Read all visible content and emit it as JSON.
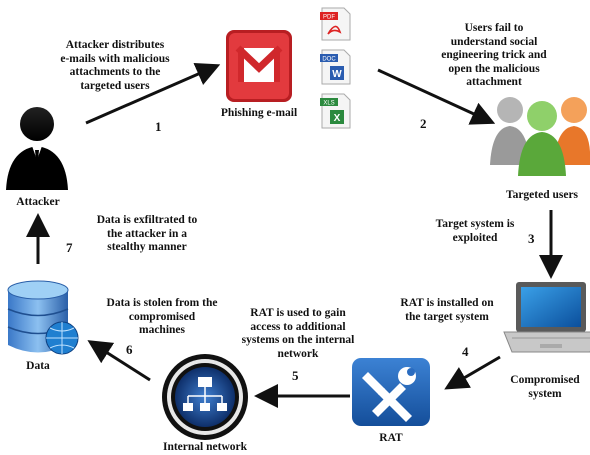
{
  "nodes": {
    "attacker": "Attacker",
    "phishing": "Phishing e-mail",
    "targeted": "Targeted users",
    "compromised": [
      "Compromised",
      "system"
    ],
    "rat": "RAT",
    "internal": "Internal network",
    "data": "Data"
  },
  "files": {
    "pdf": "PDF",
    "doc": "DOC",
    "xls": "XLS"
  },
  "steps": {
    "s1": {
      "num": "1",
      "lines": [
        "Attacker distributes",
        "e-mails with malicious",
        "attachments to the",
        "targeted users"
      ]
    },
    "s2": {
      "num": "2",
      "lines": [
        "Users fail to",
        "understand social",
        "engineering trick and",
        "open the malicious",
        "attachment"
      ]
    },
    "s3": {
      "num": "3",
      "lines": [
        "Target system is",
        "exploited"
      ]
    },
    "s4": {
      "num": "4",
      "lines": [
        "RAT is installed on",
        "the target system"
      ]
    },
    "s5": {
      "num": "5",
      "lines": [
        "RAT is used to gain",
        "access to additional",
        "systems on the internal",
        "network"
      ]
    },
    "s6": {
      "num": "6",
      "lines": [
        "Data is stolen from the",
        "compromised",
        "machines"
      ]
    },
    "s7": {
      "num": "7",
      "lines": [
        "Data is exfiltrated to",
        "the attacker in a",
        "stealthy manner"
      ]
    }
  },
  "colors": {
    "arrow": "#111111",
    "gmail_red": "#d0282c",
    "rat_blue": "#1e63b6",
    "globe_blue": "#1a4f9c",
    "user_green": "#5aa83a",
    "user_orange": "#e8772a",
    "user_gray": "#9a9a9a"
  }
}
